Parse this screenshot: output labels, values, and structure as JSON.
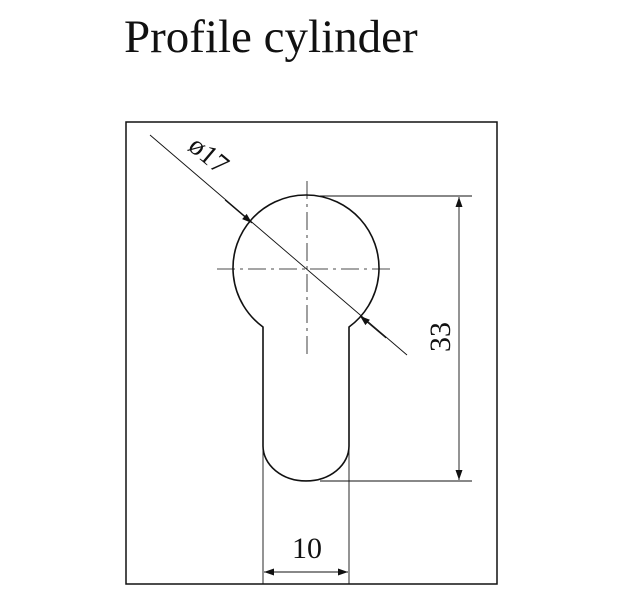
{
  "title": "Profile cylinder",
  "dimensions": {
    "diameter": "ø17",
    "height": "33",
    "width": "10"
  },
  "colors": {
    "line": "#111111",
    "background": "#ffffff"
  }
}
